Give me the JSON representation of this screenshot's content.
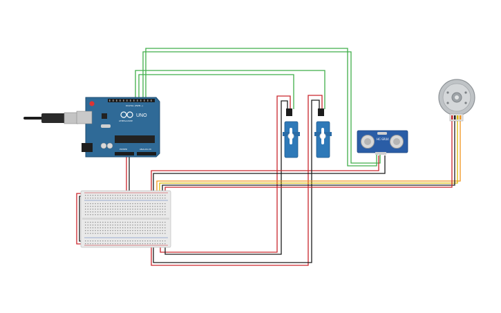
{
  "arduino": {
    "brand": "UNO",
    "model_text": "ATMEGA328P",
    "header_digital": "DIGITAL (PWM~)",
    "header_power": "POWER",
    "header_analog": "ANALOG IN"
  },
  "ultrasonic": {
    "label": "HC-SR04"
  },
  "colors": {
    "board": "#2f6a97",
    "board_dark": "#1f4d72",
    "breadboard": "#e9e9e9",
    "servo": "#2e79b8",
    "sensor": "#2a5da6",
    "wire_red": "#c9242b",
    "wire_black": "#1b1b1b",
    "wire_green": "#3fae49",
    "wire_orange": "#f0931b",
    "wire_yellow": "#d8b600",
    "motor_body": "#bfc3c6"
  },
  "icons": [
    "usb-cable-icon",
    "servo-icon",
    "ultrasonic-sensor-icon",
    "motor-encoder-icon"
  ]
}
